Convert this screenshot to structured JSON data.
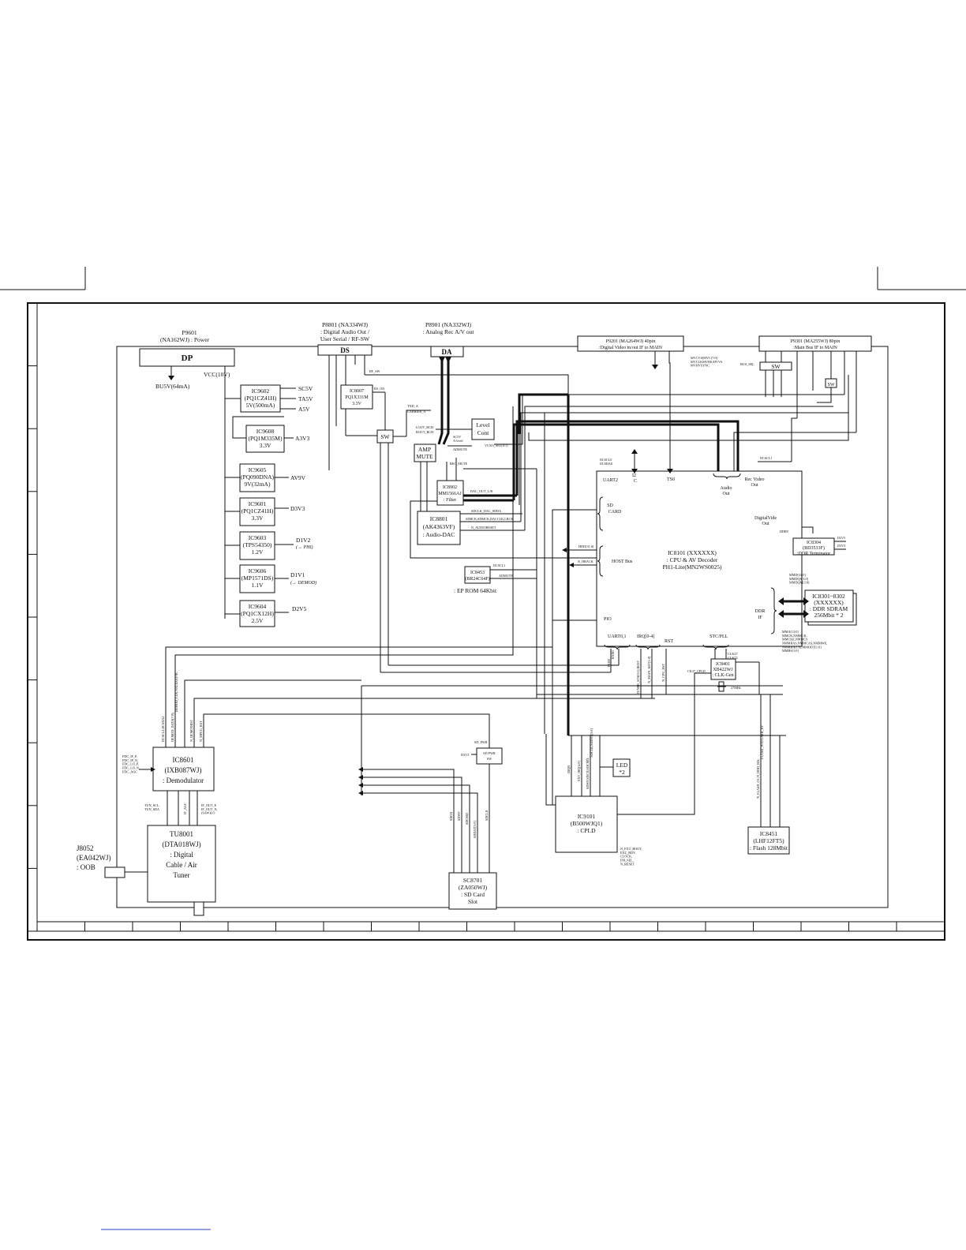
{
  "blocks": {
    "p9601": {
      "title": "P9601",
      "sub": "(NA162WJ) : Power",
      "box": "DP"
    },
    "p8801": {
      "title": "P8801  (NA334WJ)",
      "sub1": ": Digital Audio Out /",
      "sub2": "User Serial / RF-SW",
      "box": "DS"
    },
    "p8901": {
      "title": "P8901 (NA332WJ)",
      "sub": ": Analog Rec A/V out",
      "box": "DA"
    },
    "p9201": {
      "line1": "P9201 (MA264WJ) 40pin",
      "line2": ":Digital Video in/out IF  to MAIN"
    },
    "p9301": {
      "line1": "P9301 (MA255WJ) 80pin",
      "line2": ":Main Bus IF  to MAIN"
    },
    "bus5v": "BU5V(64mA)",
    "vcc": "VCC(10V)",
    "ic9602": {
      "l1": "IC9602",
      "l2": "(PQ1CZ41H)",
      "l3": "5V(500mA)"
    },
    "ic9608": {
      "l1": "IC9608",
      "l2": "(PQ1M335M)",
      "l3": "3.3V"
    },
    "ic9605": {
      "l1": "IC9605",
      "l2": "(PQ090DNA)",
      "l3": "9V(32mA)"
    },
    "ic9601": {
      "l1": "IC9601",
      "l2": "(PQ1CZ41H)",
      "l3": "3.3V"
    },
    "ic9603": {
      "l1": "IC9603",
      "l2": "(TPS54350)",
      "l3": "1.2V"
    },
    "ic9606": {
      "l1": "IC9606",
      "l2": "(MP1571DS)",
      "l3": "1.1V"
    },
    "ic9604": {
      "l1": "IC9604",
      "l2": "(PQ1CX12H)",
      "l3": "2.5V"
    },
    "rails": {
      "sc5v": "SC5V",
      "ta5v": "TA5V",
      "a5v": "A5V",
      "a3v3": "A3V3",
      "av9v": "AV9V",
      "d3v3": "D3V3",
      "d1v2": "D1V2",
      "d1v2_note": "(→ PHI)",
      "d1v1": "D1V1",
      "d1v1_note": "(→ DEMOD)",
      "d2v5": "D2V5"
    },
    "ic8007": {
      "l1": "IC8007",
      "l2": "PQ1X331M",
      "l3": "3.3V"
    },
    "sw": "SW",
    "amp": {
      "l1": "AMP",
      "l2": "MUTE"
    },
    "level": {
      "l1": "Level",
      "l2": "Cont"
    },
    "ic8902": {
      "l1": "IC8902",
      "l2": "MM1566AJ",
      "l3": ": Filter"
    },
    "ic8801": {
      "l1": "IC8801",
      "l2": "(AK4363VF)",
      "l3": ": Audio-DAC"
    },
    "ic8453": {
      "l1": "IC8453",
      "l2": "(BR24C64F)",
      "l3": ": EP ROM 64Kbit"
    },
    "ic8101": {
      "l1": "IC8101 (XXXXXX)",
      "l2": ": CPU & AV Decoder",
      "l3": "PH1-Lite(MN2WS0025)"
    },
    "cpu_ports": {
      "uart2": "UART2",
      "i2c": "I2\nC",
      "ts0": "TS0",
      "audio_out": "Audio\nOut",
      "rec_video": "Rec Video\nOut",
      "sd_card": "SD\nCARD",
      "digital_video": "DigitalVide\nOut",
      "host_bus": "HOST Bus",
      "ddr_if": "DDR\nIF",
      "pio": "PIO",
      "uart01": "UART0,1",
      "irq": "IRQ[0-4]",
      "rst": "RST",
      "stc": "STC/PLL"
    },
    "ic8304": {
      "l1": "IC8304",
      "l2": "(BD3533F)",
      "l3": ":DDR Terminator"
    },
    "ic8301": {
      "l1": "IC8301~8302",
      "l2": "(XXXXXX)",
      "l3": ": DDR SDRAM",
      "l4": "256Mbit * 2"
    },
    "ic8401": {
      "l1": "IC8401",
      "l2": "XB422WJ",
      "l3": ": CLK-Gen",
      "xtal": "27MHz"
    },
    "ic8601": {
      "l1": "IC8601",
      "l2": "(IXB087WJ)",
      "l3": ": Demodulator"
    },
    "tu8001": {
      "l1": "TU8001",
      "l2": "(DTA018WJ)",
      "l3": ": Digital",
      "l4": "Cable / Air",
      "l5": "Tuner"
    },
    "j8052": {
      "l1": "J8052",
      "l2": "(EA042WJ)",
      "l3": ": OOB"
    },
    "sc8701": {
      "l1": "SC8701",
      "l2": "(ZA050WJ)",
      "l3": ": SD Card",
      "l4": "Slot"
    },
    "ic9101": {
      "l1": "IC9101",
      "l2": "(B500WJQ1)",
      "l3": ": CPLD"
    },
    "led": {
      "l1": "LED",
      "l2": "*2"
    },
    "ic8451": {
      "l1": "IC8451",
      "l2": "(LHF12FT5)",
      "l3": ": Flash 128Mbit"
    },
    "sd_sw": {
      "l1": "SD PWR",
      "l2": "SW"
    }
  },
  "signals": {
    "rf_sw": "RF_SW",
    "rs_on": "RS_ON",
    "n_rfsw": "N_RFSW",
    "txd_a": "TXD_A",
    "carrier_a": "CARRIER_A",
    "lout_rch": "LOUT_RCH",
    "rout_rch": "ROUT_RCH",
    "sc5v_alevel": "SC5V\nA-level",
    "admute": "ADMUTE",
    "vcxo": "VCXO_SEL[0:1]",
    "rec_mute": "REC_MUTE",
    "dac_out": "DAC_OUT_L/R",
    "bck_lrck": "SDCLK_DAC_SDDA",
    "sd_dat_bus": "SDBCK,SDMCK,DACCLK,LRCK",
    "n_audioreset": "N_AUDIORESET",
    "iicscl0": "IICSCL0\nIICSDA0",
    "iicscl1": "IICSCL1",
    "mvcvs": "MVCVS[MVC[7:0]\nMVCLKMVHS,MVVS\nMVHVSYNC",
    "bus_sel": "BUS_SEL",
    "hostbus": "HDD[31:0]",
    "n_hreck": "N_HRACK",
    "ddr_addr": "MMD[31:0]\nMMDQS[3:0]\nMMDQM[3:0]",
    "ddr_ctrl": "MMA[13:0]\nMMCK,NMMCK,\nMMCKE,NMMCS\nNMMRAS,NMMCAS,NMMWE,\nNMMBA[1:0],MMODT[1:0]\nMMBS[1:0]",
    "ddr_vref": "DDRV",
    "ddrvref": "DDRVREF",
    "clk_27": "CLK27\nCLK74",
    "tuner_stt": "TUNER_STS[0:1],BEEP",
    "n_mainrst": "N_MAIN_RST[1:0]",
    "n_cpu_rst": "N_CPU_RST",
    "txd0": "TXD0\nRXD0",
    "fdc": "FDC_IF_P,\nFDC_IF_N,\nFDC_LO_P,\nFDC_LO_N,\nFDC_AGC",
    "tun_scl": "TUN_SCL,\nTUN_SDA",
    "if_agc": "IF_AGC",
    "if_out": "IF_OUT_P,\nIF_OUT_N,\n(SAW)LO",
    "sd_pwr": "SD_PWR",
    "sdcd": "SDCD",
    "sdwp": "SDWP",
    "sdcmd": "SDCMD",
    "sdclk": "SDCLK",
    "sddat": "SDDAT[3:0]",
    "n_ext_boot": "N_EXT_BOOT,\nEXT_RDY,\nCLOCK,\nFM_SEL,\nN_RESET",
    "flash_sig": "N_FLASH_CE,N_HDD_RD,\nFLASH_WP,FLASH_RY",
    "sd_mux": "SDWP,SDCD,SDCMD,\nSDCLK,SDDAT[3:0]",
    "irqr": "IRQR",
    "ext_irq": "EXT_IRQ[4:0]",
    "demod_data": "DEMOD_DATA[7:0],\nDEMOD_CLK,VALID,SYNC",
    "n_demod_rst": "N_DEMODRST",
    "n_mpeg_rst": "N_MPEG_RST",
    "iicscl2": "IICSCL2,IICSDA2"
  },
  "grid_numbers": [
    "",
    "",
    "",
    "",
    "",
    "",
    "",
    "",
    "",
    "",
    "",
    "",
    "",
    "",
    "",
    "",
    "",
    "",
    ""
  ]
}
